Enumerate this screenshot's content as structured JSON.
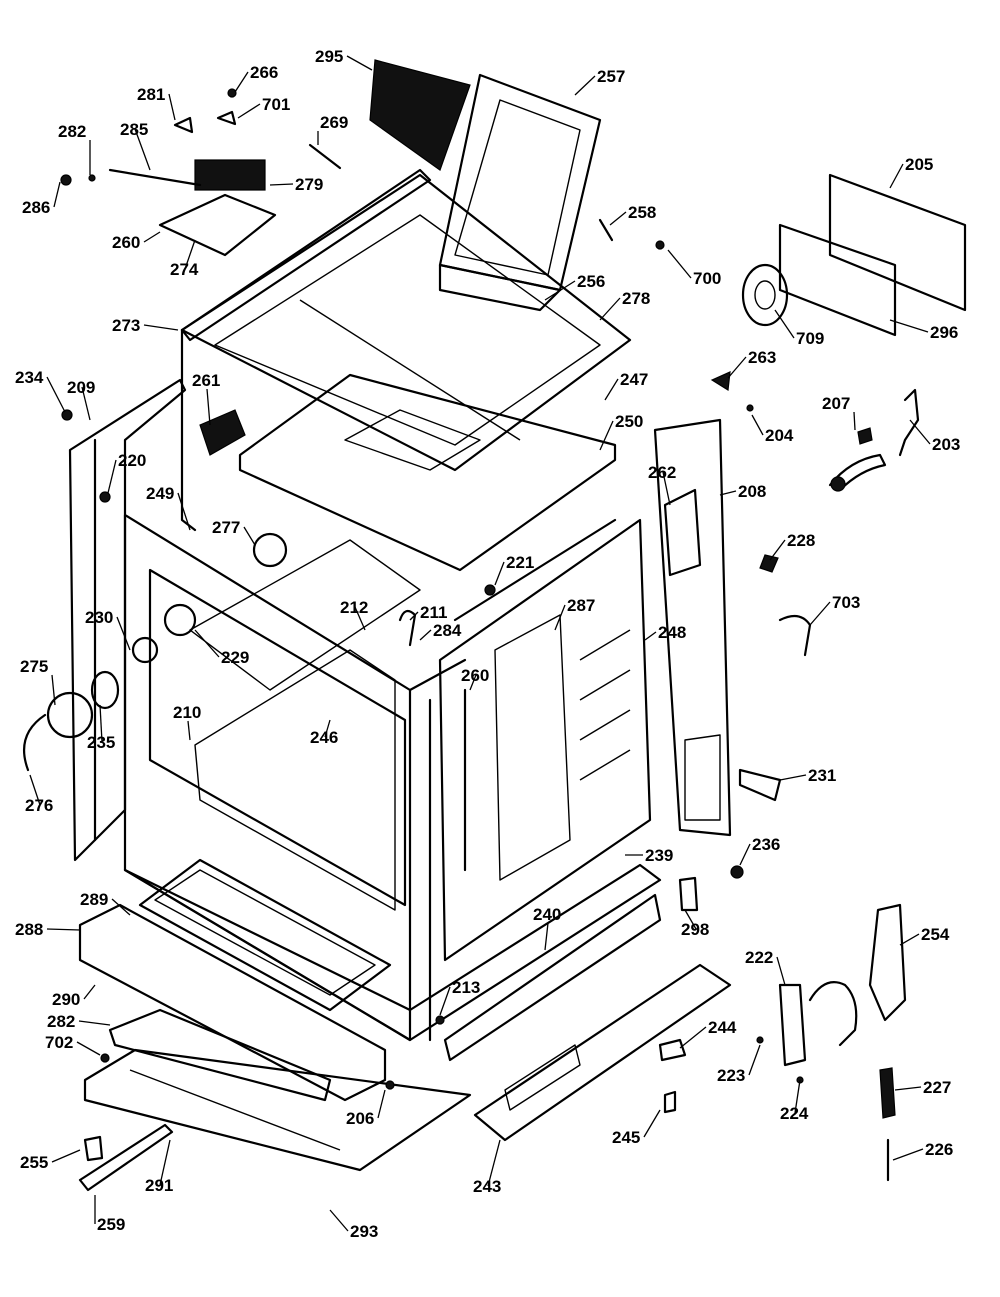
{
  "diagram": {
    "labels": [
      "295",
      "266",
      "257",
      "281",
      "701",
      "282",
      "285",
      "269",
      "279",
      "286",
      "260",
      "274",
      "205",
      "258",
      "700",
      "256",
      "278",
      "709",
      "296",
      "273",
      "234",
      "209",
      "261",
      "247",
      "263",
      "204",
      "207",
      "203",
      "220",
      "250",
      "262",
      "208",
      "249",
      "277",
      "221",
      "228",
      "212",
      "211",
      "284",
      "230",
      "287",
      "248",
      "703",
      "229",
      "260",
      "275",
      "210",
      "246",
      "235",
      "231",
      "276",
      "239",
      "236",
      "289",
      "240",
      "298",
      "288",
      "222",
      "254",
      "290",
      "213",
      "282",
      "244",
      "223",
      "702",
      "227",
      "224",
      "245",
      "206",
      "255",
      "291",
      "243",
      "226",
      "259",
      "293"
    ]
  }
}
